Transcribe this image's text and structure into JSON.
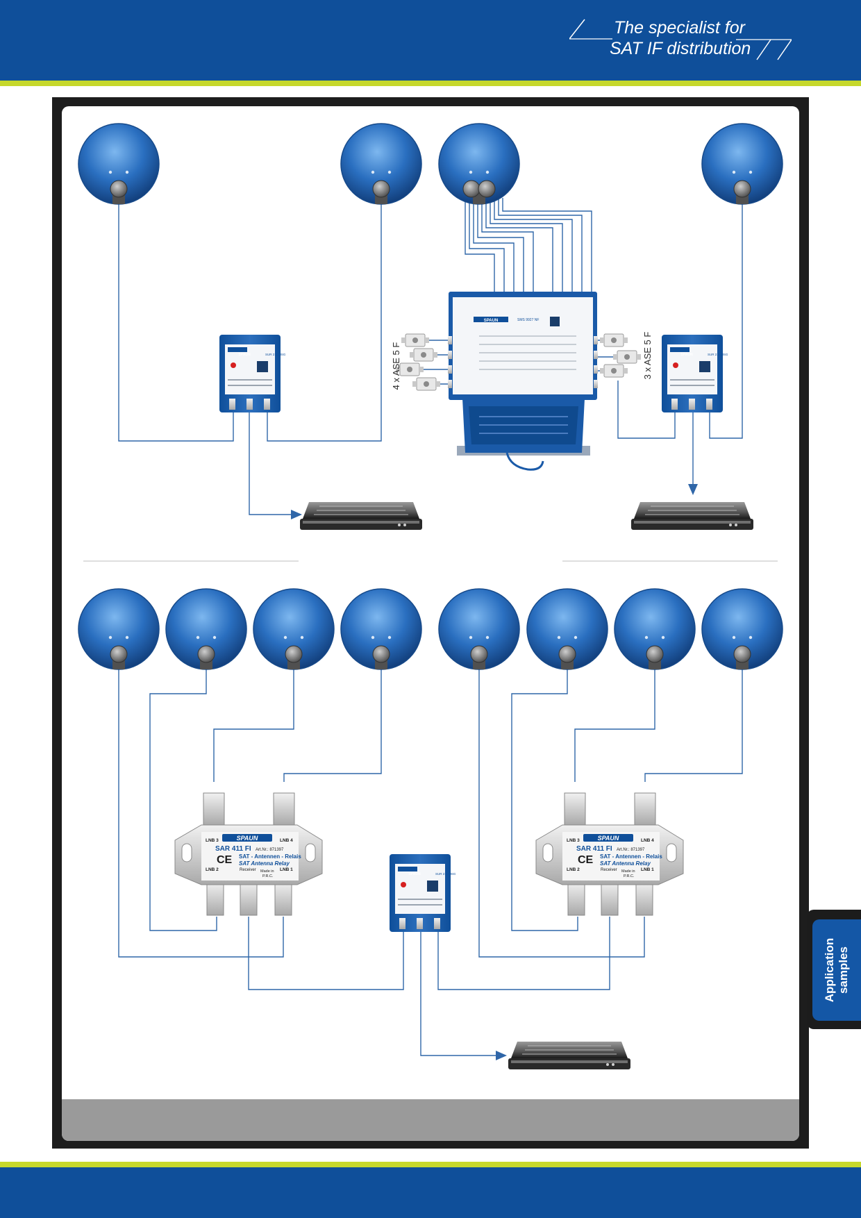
{
  "header": {
    "tagline_line1": "The specialist for",
    "tagline_line2": "SAT IF distribution"
  },
  "side_tab": {
    "label_line1": "Application",
    "label_line2": "samples"
  },
  "labels": {
    "ase_left": "4 x ASE 5 F",
    "ase_right": "3 x ASE 5 F",
    "brand": "SPAUN",
    "relay_model": "SUR 211 MSG",
    "multiswitch_model": "SMS 9927 NF",
    "antenna_relay_model": "SAR 411 FI",
    "antenna_relay_art": "Art.Nr.: 871397",
    "antenna_relay_de": "SAT - Antennen - Relais",
    "antenna_relay_en": "SAT Antenna Relay",
    "lnb1": "LNB 1",
    "lnb2": "LNB 2",
    "lnb3": "LNB 3",
    "lnb4": "LNB 4",
    "receiver": "Receiver",
    "made_in": "Made in",
    "prc": "P.R.C.",
    "ce": "CE"
  },
  "colors": {
    "brand_blue": "#0f4f9a",
    "accent_green": "#c6d82c",
    "cable_blue": "#2f66a8",
    "dish_blue": "#2a6fc0"
  }
}
